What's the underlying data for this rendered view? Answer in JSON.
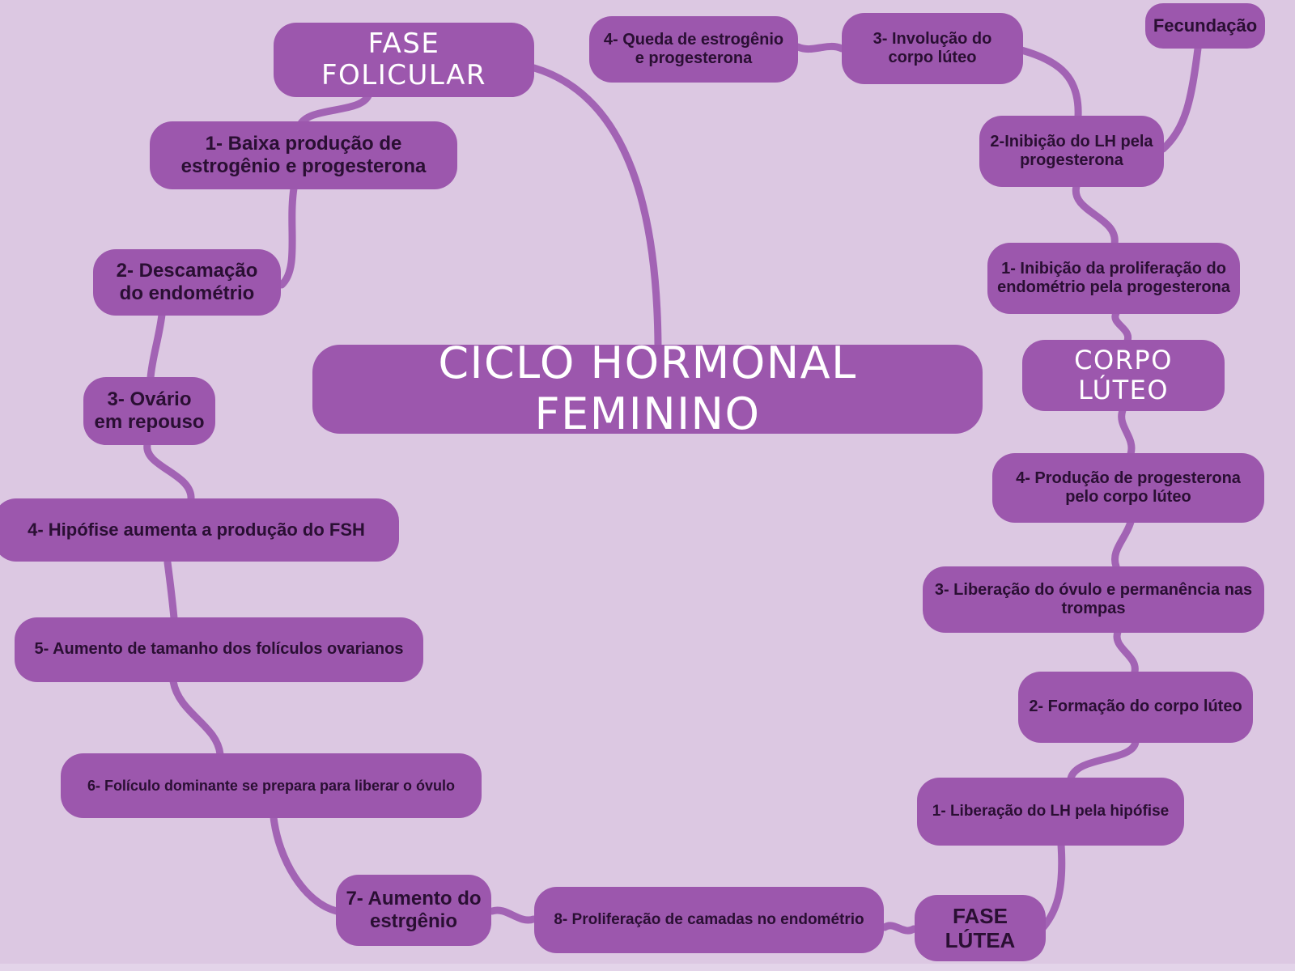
{
  "diagram": {
    "type": "mindmap",
    "title": "CICLO HORMONAL FEMININO",
    "colors": {
      "background": "#dcc8e2",
      "node_fill": "#9c57ad",
      "connector": "#a263b4",
      "dark_text": "#2a0f33",
      "light_text": "#ffffff"
    }
  },
  "nodes": {
    "center": {
      "label": "CICLO HORMONAL FEMININO"
    },
    "fase_folicular": {
      "label": "FASE FOLICULAR"
    },
    "ff1": {
      "label": "1- Baixa produção de estrogênio e progesterona"
    },
    "ff2": {
      "label": "2- Descamação do endométrio"
    },
    "ff3": {
      "label": "3- Ovário em repouso"
    },
    "ff4": {
      "label": "4- Hipófise aumenta a produção do FSH"
    },
    "ff5": {
      "label": "5- Aumento de tamanho dos folículos ovarianos"
    },
    "ff6": {
      "label": "6- Folículo dominante se prepara para liberar o óvulo"
    },
    "ff7": {
      "label": "7- Aumento do estrgênio"
    },
    "ff8": {
      "label": "8- Proliferação de camadas no endométrio"
    },
    "fase_lutea": {
      "label": "FASE LÚTEA"
    },
    "fl1": {
      "label": "1- Liberação do LH pela hipófise"
    },
    "fl2": {
      "label": "2- Formação do corpo lúteo"
    },
    "fl3": {
      "label": "3- Liberação do óvulo e permanência nas trompas"
    },
    "fl4": {
      "label": "4- Produção de progesterona pelo corpo lúteo"
    },
    "corpo_luteo": {
      "label": "CORPO LÚTEO"
    },
    "cl1": {
      "label": "1- Inibição da proliferação do endométrio pela progesterona"
    },
    "cl2": {
      "label": "2-Inibição do LH pela progesterona"
    },
    "cl3": {
      "label": "3- Involução do corpo lúteo"
    },
    "cl4": {
      "label": "4- Queda de estrogênio e progesterona"
    },
    "fecundacao": {
      "label": "Fecundação"
    }
  }
}
